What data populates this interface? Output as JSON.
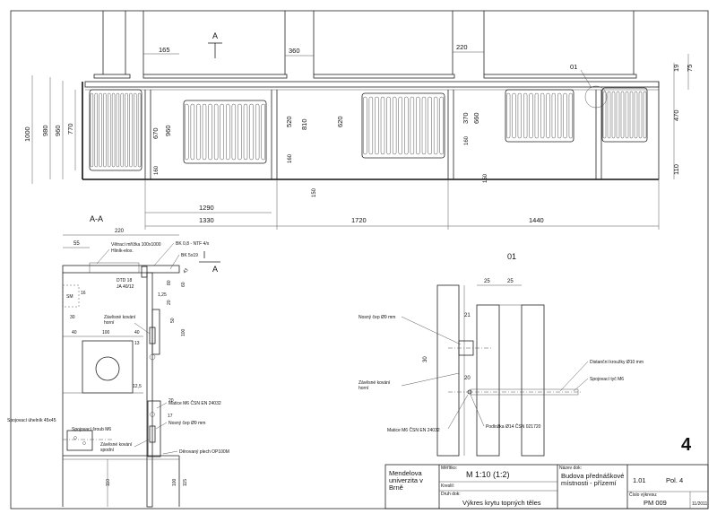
{
  "plan": {
    "section_mark": "A",
    "top_dims": [
      "165",
      "360",
      "220"
    ],
    "detail_ref": "01",
    "left_vdims": [
      "1000",
      "980",
      "960",
      "770"
    ],
    "inner_vdims": [
      "670",
      "960",
      "160"
    ],
    "mid_vdims": [
      "520",
      "810",
      "160",
      "620",
      "150"
    ],
    "mid2_vdims": [
      "370",
      "660",
      "160",
      "150"
    ],
    "right_vdims": [
      "19",
      "75",
      "470",
      "110"
    ],
    "bottom_dims": [
      "1290",
      "1330",
      "1720",
      "1440"
    ]
  },
  "section": {
    "title": "A-A",
    "top_dim": "220",
    "dim_55": "55",
    "labels": {
      "mesh": "Větrací mřížka 100x1000",
      "mesh2": "Hliník-elox.",
      "bk1": "BK 0,8 - NTF 4/x",
      "bk2": "BK 5x19",
      "dtd": "DTD 18",
      "ja": "JA 40/12",
      "sm": "SM",
      "hinge_upper": "Závěsné kování horní",
      "nut": "Matice M6 ČSN EN 24032",
      "pin": "Nosný čep Ø9 mm",
      "angle": "Spojovací úhelník 45x45",
      "screw": "Spojovací šroub M6",
      "hinge_lower": "Závěsné kování spodní",
      "sheet": "Děrovaný plech OP100M"
    },
    "dims": [
      "16",
      "30",
      "40",
      "100",
      "40",
      "13",
      "12,5",
      "80",
      "20",
      "50",
      "100",
      "17",
      "110",
      "100",
      "115",
      "1,25",
      "60",
      "20",
      "43"
    ]
  },
  "detail": {
    "title": "01",
    "dims": [
      "25",
      "25",
      "21",
      "30",
      "20"
    ],
    "labels": {
      "pin": "Nosný čep Ø9 mm",
      "rings": "Distanční kroužky Ø10 mm",
      "rod": "Spojovací tyč M6",
      "hinge": "Závěsné kování horní",
      "washer": "Podložka Ø14 ČSN 021720",
      "nut": "Matice M6 ČSN EN 24032"
    }
  },
  "sheet_number": "4",
  "title_block": {
    "school": "Mendelova univerzita v Brně",
    "scale_label": "Měřítko:",
    "scale": "M 1:10 (1:2)",
    "drawn_label": "Kreslil:",
    "drawing_label": "Druh dok:",
    "drawing_name": "Výkres krytu topných těles",
    "building_label": "Název dok:",
    "building": "Budova přednáškové místnosti - přízemí",
    "sheet_no": "1.01",
    "position": "Pol. 4",
    "drawing_no_label": "Číslo výkresu:",
    "drawing_no": "PM 009",
    "date": "11/2011"
  }
}
